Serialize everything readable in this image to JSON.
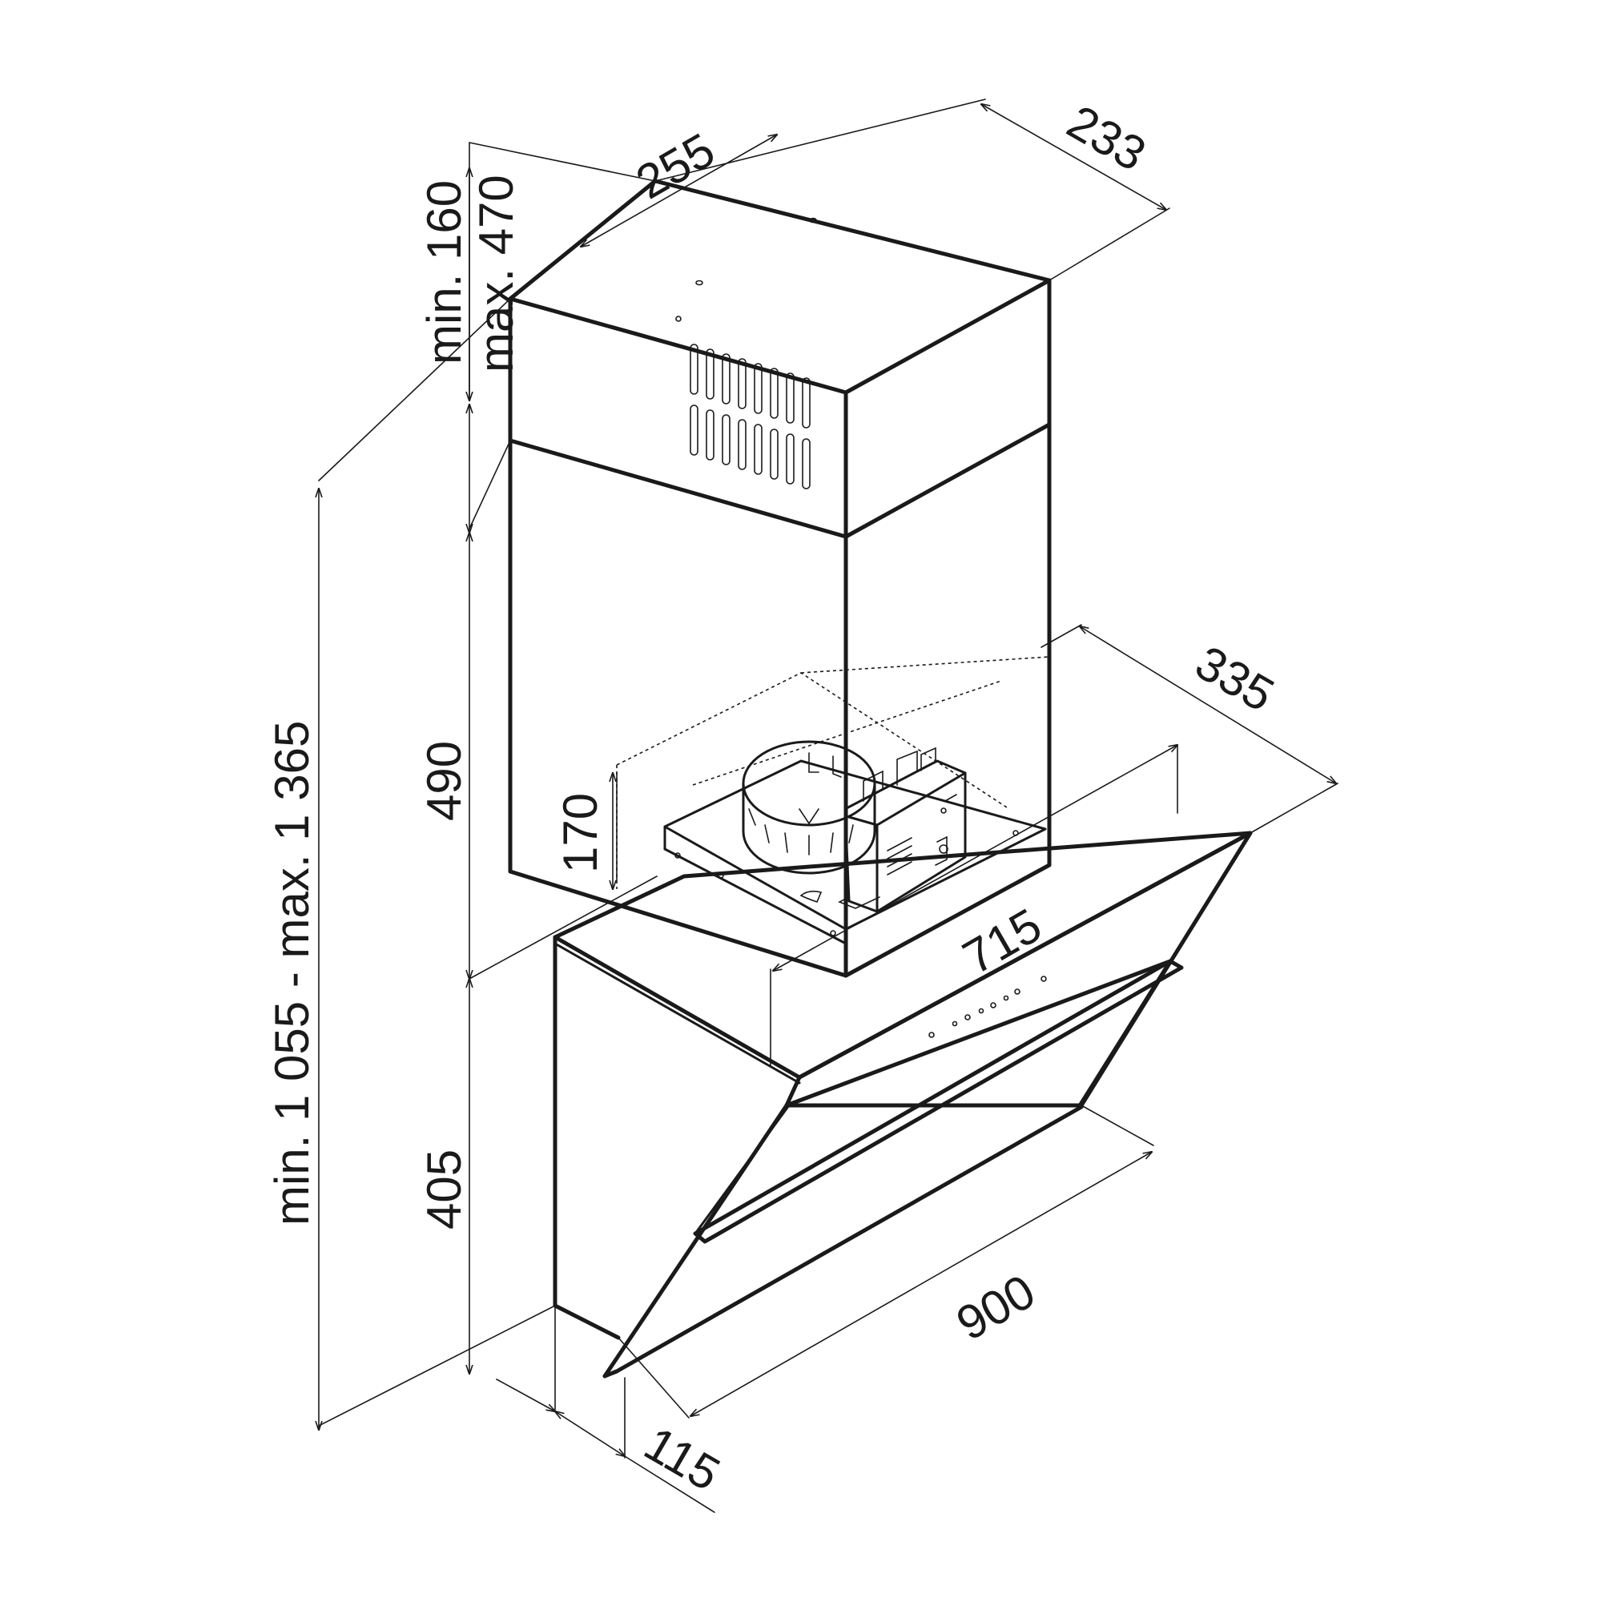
{
  "diagram": {
    "colors": {
      "line": "#1a1a1a",
      "background": "#ffffff"
    },
    "dimensions": {
      "chimney_depth": "255",
      "chimney_width": "233",
      "chimney_upper_min": "min. 160",
      "chimney_upper_max": "max. 470",
      "chimney_lower": "490",
      "motor_block": "170",
      "overall_height": "min. 1 055 - max. 1 365",
      "hood_depth": "335",
      "glass_width": "715",
      "body_height": "405",
      "hood_width": "900",
      "bottom_depth": "115"
    }
  }
}
